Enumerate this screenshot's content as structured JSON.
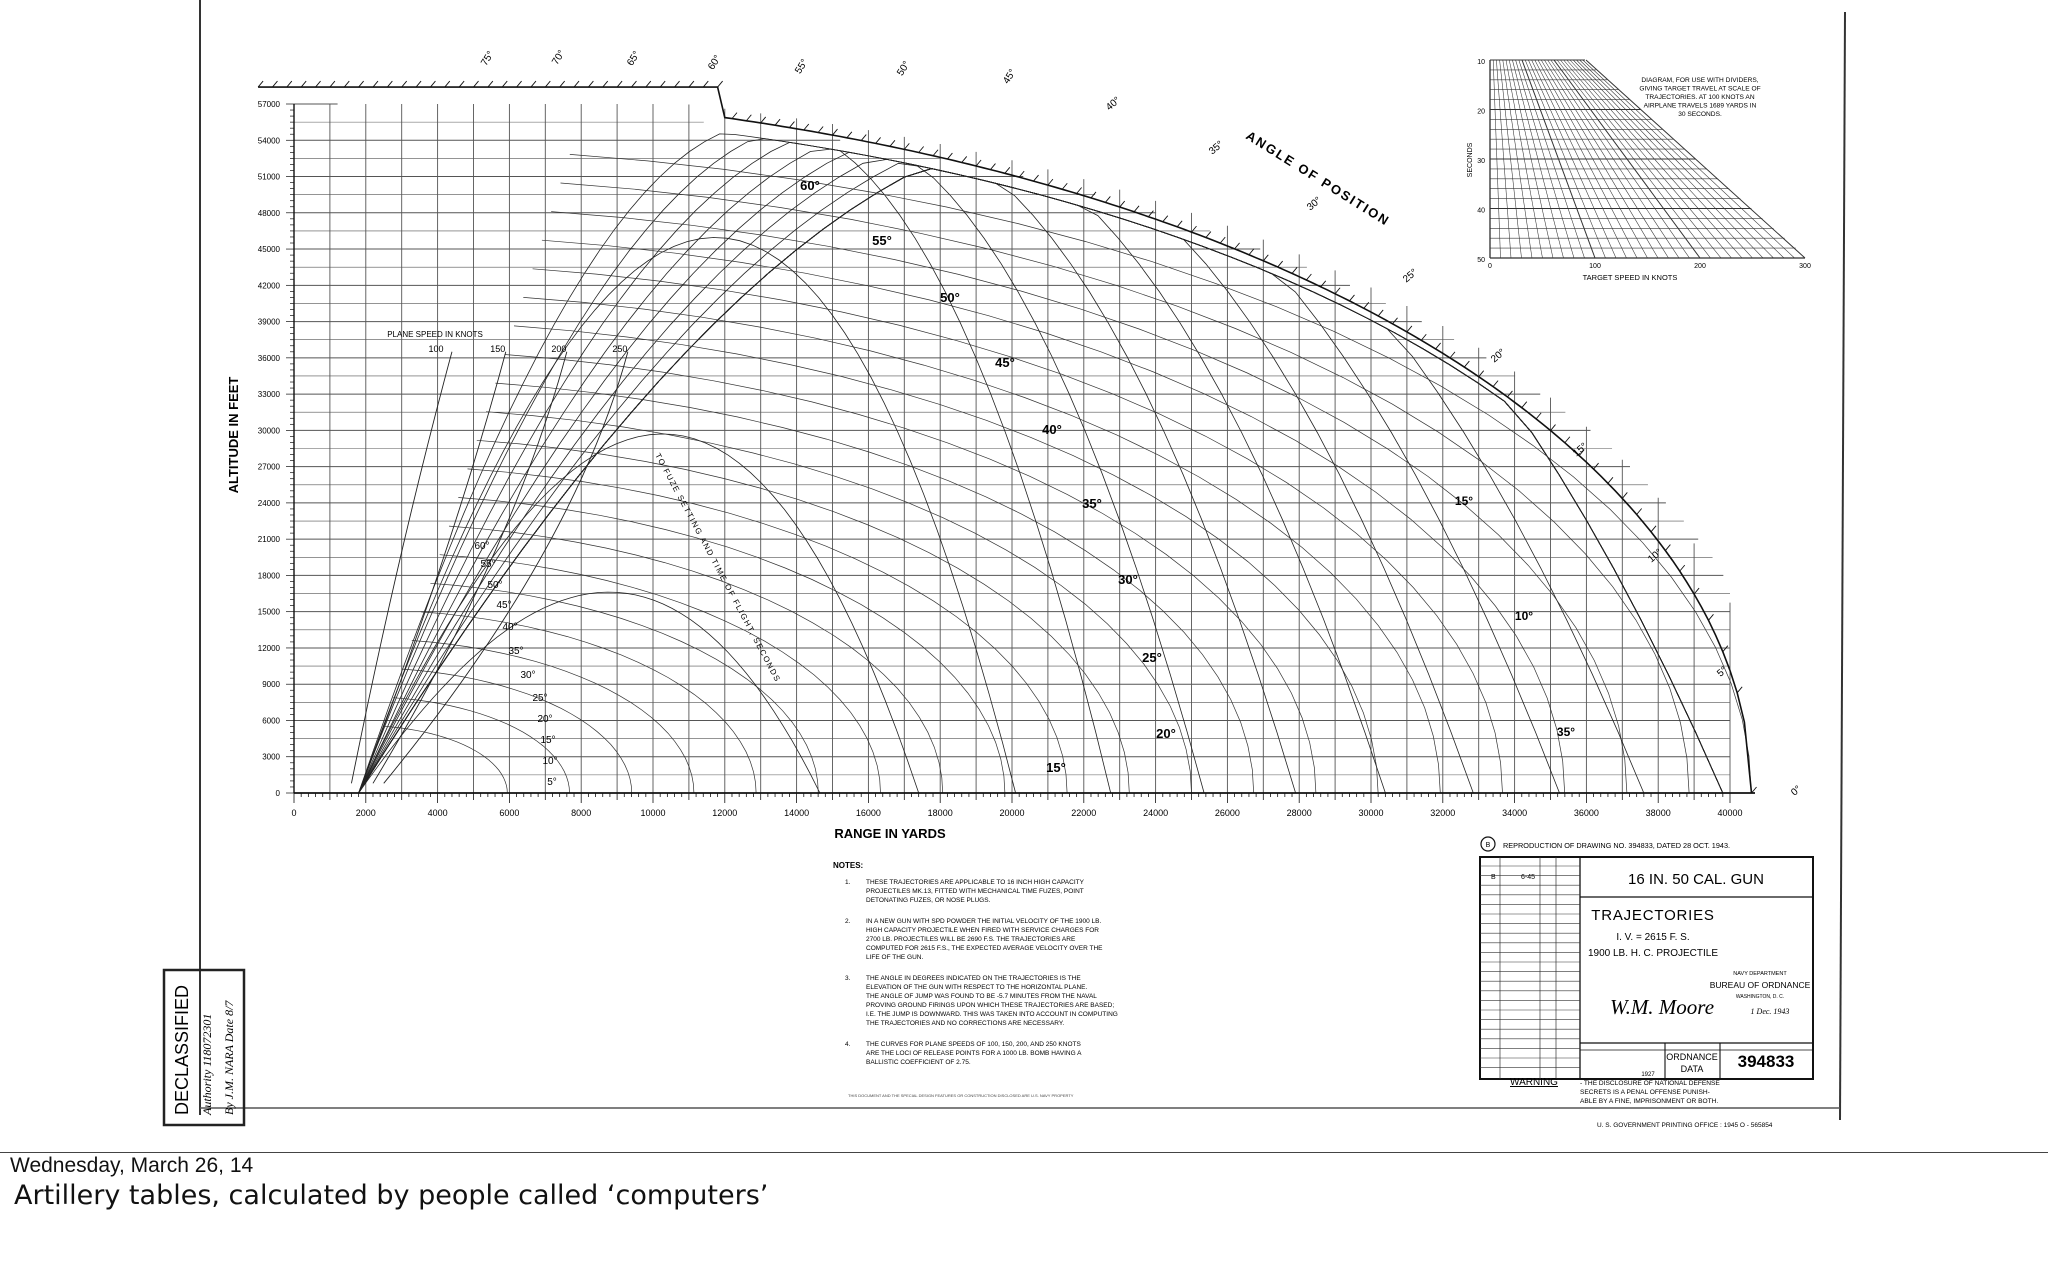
{
  "footer": {
    "date": "Wednesday, March 26, 14",
    "caption": "Artillery tables, calculated by people called ‘computers’"
  },
  "drawing": {
    "x_axis_label": "RANGE IN YARDS",
    "y_axis_label": "ALTITUDE IN FEET",
    "x_ticks": [
      "0",
      "2000",
      "4000",
      "6000",
      "8000",
      "10000",
      "12000",
      "14000",
      "16000",
      "18000",
      "20000",
      "22000",
      "24000",
      "26000",
      "28000",
      "30000",
      "32000",
      "34000",
      "36000",
      "38000",
      "40000"
    ],
    "y_ticks": [
      "0",
      "3000",
      "6000",
      "9000",
      "12000",
      "15000",
      "18000",
      "21000",
      "24000",
      "27000",
      "30000",
      "33000",
      "36000",
      "39000",
      "42000",
      "45000",
      "48000",
      "51000",
      "54000",
      "57000"
    ],
    "angle_of_position_label": "ANGLE OF POSITION",
    "angle_of_position_ticks": [
      "75°",
      "70°",
      "65°",
      "60°",
      "55°",
      "50°",
      "45°",
      "40°",
      "35°",
      "30°",
      "25°",
      "20°",
      "15°",
      "10°",
      "5°",
      "0°"
    ],
    "elevation_labels": [
      "60°",
      "55°",
      "50°",
      "45°",
      "40°",
      "35°",
      "30°",
      "25°",
      "20°",
      "15°"
    ],
    "low_elevation_labels": [
      "5°",
      "10°",
      "15°",
      "20°",
      "25°",
      "30°",
      "35°",
      "40°",
      "45°",
      "50°",
      "55°",
      "60°"
    ],
    "right_elevation_labels": [
      "15°",
      "10°",
      "35°"
    ],
    "fuze_label": "TO FUZE SETTING AND TIME OF FLIGHT, SECONDS",
    "plane_speed": {
      "title": "PLANE SPEED IN KNOTS",
      "values": [
        "100",
        "150",
        "200",
        "250"
      ]
    },
    "inset": {
      "note": [
        "DIAGRAM, FOR USE WITH DIVIDERS,",
        "GIVING TARGET TRAVEL AT SCALE OF",
        "TRAJECTORIES.  AT 100 KNOTS AN",
        "AIRPLANE TRAVELS 1689 YARDS IN",
        "30 SECONDS."
      ],
      "y_label": "SECONDS",
      "y_ticks": [
        "10",
        "20",
        "30",
        "40",
        "50"
      ],
      "x_label": "TARGET SPEED IN KNOTS",
      "x_ticks": [
        "0",
        "100",
        "200",
        "300"
      ]
    },
    "reproduction_note": "REPRODUCTION OF DRAWING NO. 394833, DATED 28 OCT. 1943.",
    "reproduction_mark": "B",
    "notes_title": "NOTES:",
    "notes": [
      {
        "num": "1.",
        "lines": [
          "THESE TRAJECTORIES ARE APPLICABLE TO 16 INCH HIGH CAPACITY",
          "PROJECTILES MK.13, FITTED WITH MECHANICAL TIME FUZES, POINT",
          "DETONATING FUZES, OR NOSE PLUGS."
        ]
      },
      {
        "num": "2.",
        "lines": [
          "IN A NEW GUN WITH SPD POWDER THE INITIAL VELOCITY OF THE 1900 LB.",
          "HIGH CAPACITY PROJECTILE WHEN FIRED WITH SERVICE CHARGES FOR",
          "2700 LB. PROJECTILES WILL BE 2690 F.S.  THE TRAJECTORIES ARE",
          "COMPUTED FOR 2615 F.S., THE EXPECTED AVERAGE VELOCITY OVER THE",
          "LIFE OF THE GUN."
        ]
      },
      {
        "num": "3.",
        "lines": [
          "THE ANGLE IN DEGREES INDICATED ON THE TRAJECTORIES IS THE",
          "ELEVATION OF THE GUN WITH RESPECT TO THE HORIZONTAL PLANE.",
          "THE ANGLE OF JUMP WAS FOUND TO BE -5.7 MINUTES FROM THE NAVAL",
          "PROVING GROUND FIRINGS UPON WHICH THESE TRAJECTORIES ARE BASED;",
          "I.E. THE JUMP IS DOWNWARD.  THIS WAS TAKEN INTO ACCOUNT IN COMPUTING",
          "THE TRAJECTORIES AND NO CORRECTIONS ARE NECESSARY."
        ]
      },
      {
        "num": "4.",
        "lines": [
          "THE CURVES FOR PLANE SPEEDS OF 100, 150, 200, AND 250 KNOTS",
          "ARE THE LOCI OF RELEASE POINTS FOR A 1000 LB. BOMB HAVING A",
          "BALLISTIC COEFFICIENT OF 2.75."
        ]
      }
    ],
    "fine_print": "THIS DOCUMENT AND THE SPECIAL DESIGN FEATURES OR CONSTRUCTION DISCLOSED ARE U.S. NAVY PROPERTY",
    "title_block": {
      "gun": "16 IN. 50 CAL. GUN",
      "title": "TRAJECTORIES",
      "velocity": "I. V. = 2615  F. S.",
      "projectile": "1900 LB. H. C. PROJECTILE",
      "dept1": "NAVY DEPARTMENT",
      "dept2": "BUREAU OF ORDNANCE",
      "dept3": "WASHINGTON, D. C.",
      "date_handwritten": "1 Dec. 1943",
      "signature": "W.M. Moore",
      "ordnance_data_1": "ORDNANCE",
      "ordnance_data_2": "DATA",
      "drawing_number": "394833",
      "rev_letter": "B",
      "rev_number": "6-45",
      "year": "1927"
    },
    "warning_label": "WARNING",
    "warning_lines": [
      "- THE DISCLOSURE OF NATIONAL DEFENSE",
      "SECRETS IS A PENAL OFFENSE PUNISH-",
      "ABLE BY A FINE, IMPRISONMENT OR BOTH."
    ],
    "printing_office": "U. S. GOVERNMENT PRINTING OFFICE : 1945 O - 565854",
    "declassified_stamp": {
      "title": "DECLASSIFIED",
      "authority": "Authority 118072301",
      "by": "By J.M. NARA Date 8/7"
    }
  }
}
